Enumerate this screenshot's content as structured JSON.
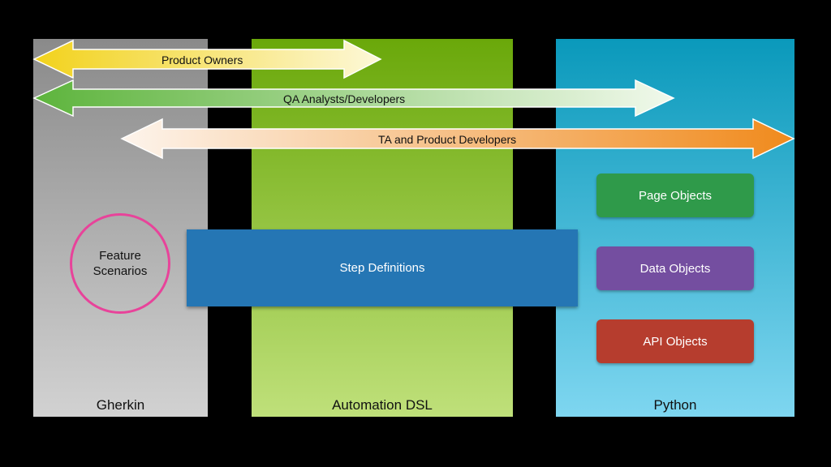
{
  "columns": {
    "gherkin": "Gherkin",
    "automation_dsl": "Automation DSL",
    "python": "Python"
  },
  "arrows": {
    "product_owners": "Product Owners",
    "qa_analysts": "QA Analysts/Developers",
    "ta_product_devs": "TA and Product Developers"
  },
  "feature_scenarios": "Feature\nScenarios",
  "step_definitions": "Step Definitions",
  "objects": {
    "page": "Page Objects",
    "data": "Data Objects",
    "api": "API Objects"
  },
  "colors": {
    "gherkin_column": "#8a8a8a",
    "dsl_column": "#6aa80a",
    "python_column": "#0a99bb",
    "product_owners_arrow": "#f2d21b",
    "qa_arrow": "#5db43c",
    "ta_arrow": "#f08a1c",
    "feature_circle": "#e8439a",
    "step_definitions": "#2576b4",
    "page_objects": "#2f9a4a",
    "data_objects": "#744ea0",
    "api_objects": "#b63d2e"
  }
}
